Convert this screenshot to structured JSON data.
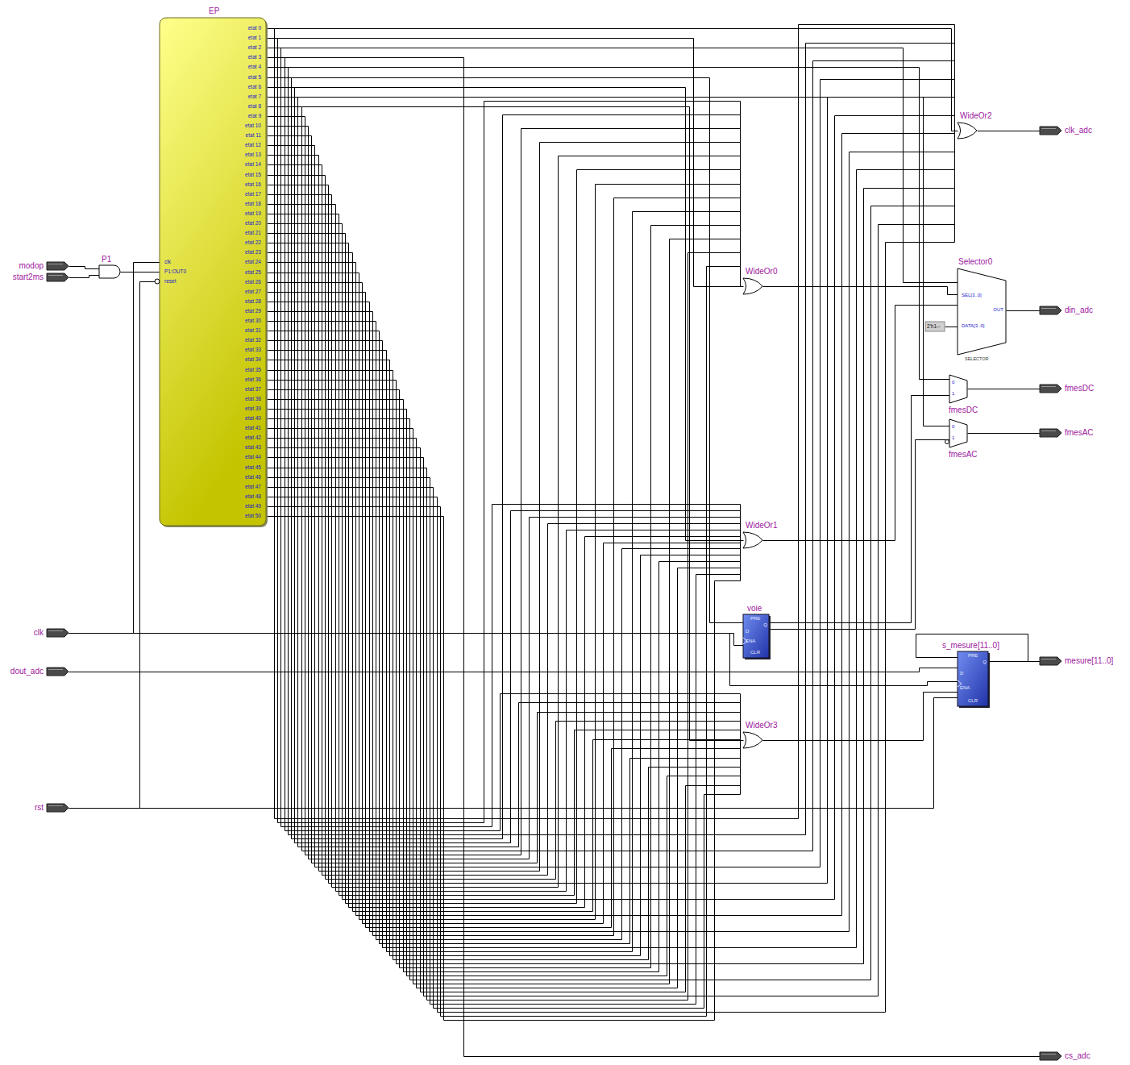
{
  "diagram": {
    "nodes": [
      {
        "text": [
          "EP",
          "etat 0",
          "etat 1",
          "etat 2",
          "etat 3",
          "etat 4",
          "etat 5",
          "etat 6",
          "etat 7",
          "etat 8",
          "etat 9",
          "etat 10",
          "etat 11",
          "etat 12",
          "etat 13",
          "etat 14",
          "etat 15",
          "etat 16",
          "etat 17",
          "etat 18",
          "etat 19",
          "etat 20",
          "etat 21",
          "etat 22",
          "etat 23",
          "etat 24",
          "etat 25",
          "etat 26",
          "etat 27",
          "etat 28",
          "etat 29",
          "etat 30",
          "etat 31",
          "etat 32",
          "etat 33",
          "etat 34",
          "etat 35",
          "etat 36",
          "etat 37",
          "etat 38",
          "etat 39",
          "etat 40",
          "etat 41",
          "etat 42",
          "etat 43",
          "etat 44",
          "etat 45",
          "etat 46",
          "etat 47",
          "etat 48",
          "etat 49",
          "etat 50",
          "clk",
          "P1:OUT0",
          "reset"
        ]
      },
      {
        "text": [
          "P1"
        ]
      },
      {
        "text": [
          "modop"
        ]
      },
      {
        "text": [
          "start2ms"
        ]
      },
      {
        "text": [
          "clk"
        ]
      },
      {
        "text": [
          "dout_adc"
        ]
      },
      {
        "text": [
          "rst"
        ]
      },
      {
        "text": [
          "WideOr2"
        ]
      },
      {
        "text": [
          "WideOr0"
        ]
      },
      {
        "text": [
          "WideOr1"
        ]
      },
      {
        "text": [
          "voie",
          "PRE",
          "Q",
          "D",
          "ENA",
          "CLR"
        ]
      },
      {
        "text": [
          "WideOr3"
        ]
      },
      {
        "text": [
          "Selector0",
          "SEL[3..0]",
          "DATA[3..0]",
          "OUT",
          "SELECTOR"
        ]
      },
      {
        "text": [
          "2'h1--"
        ]
      },
      {
        "text": [
          "0",
          "1",
          "fmesDC"
        ]
      },
      {
        "text": [
          "0",
          "1",
          "fmesAC"
        ]
      },
      {
        "text": [
          "s_mesure[11..0]",
          "PRE",
          "Q",
          "D",
          "ENA",
          "CLR"
        ]
      },
      {
        "text": [
          "clk_adc"
        ]
      },
      {
        "text": [
          "din_adc"
        ]
      },
      {
        "text": [
          "fmesDC"
        ]
      },
      {
        "text": [
          "fmesAC"
        ]
      },
      {
        "text": [
          "mesure[11..0]"
        ]
      },
      {
        "text": [
          "cs_adc"
        ]
      }
    ],
    "edges": [
      {
        "from": 2,
        "to": 1,
        "arrow": "none"
      },
      {
        "from": 3,
        "to": 1,
        "arrow": "none"
      },
      {
        "from": 1,
        "to": 0,
        "arrow": "none"
      },
      {
        "from": 4,
        "to": 0,
        "arrow": "none"
      },
      {
        "from": 6,
        "to": 0,
        "arrow": "none"
      },
      {
        "from": 4,
        "to": 10,
        "arrow": "none"
      },
      {
        "from": 4,
        "to": 16,
        "arrow": "none"
      },
      {
        "from": 5,
        "to": 16,
        "arrow": "none"
      },
      {
        "from": 6,
        "to": 16,
        "arrow": "none"
      },
      {
        "from": 11,
        "to": 16,
        "arrow": "none"
      },
      {
        "from": 16,
        "to": 21,
        "arrow": "none"
      },
      {
        "from": 0,
        "to": 7,
        "arrow": "none"
      },
      {
        "from": 0,
        "to": 8,
        "arrow": "none"
      },
      {
        "from": 0,
        "to": 9,
        "arrow": "none"
      },
      {
        "from": 0,
        "to": 11,
        "arrow": "none"
      },
      {
        "from": 0,
        "to": 10,
        "arrow": "none"
      },
      {
        "from": 0,
        "to": 22,
        "arrow": "none"
      },
      {
        "from": 8,
        "to": 12,
        "arrow": "none"
      },
      {
        "from": 9,
        "to": 12,
        "arrow": "none"
      },
      {
        "from": 13,
        "to": 12,
        "arrow": "none"
      },
      {
        "from": 7,
        "to": 17,
        "arrow": "none"
      },
      {
        "from": 12,
        "to": 18,
        "arrow": "none"
      },
      {
        "from": 14,
        "to": 19,
        "arrow": "none"
      },
      {
        "from": 15,
        "to": 20,
        "arrow": "none"
      },
      {
        "from": 10,
        "to": 14,
        "arrow": "none"
      },
      {
        "from": 10,
        "to": 15,
        "arrow": "none"
      },
      {
        "from": 0,
        "to": 12,
        "arrow": "none"
      },
      {
        "from": 0,
        "to": 14,
        "arrow": "none"
      },
      {
        "from": 0,
        "to": 15,
        "arrow": "none"
      }
    ]
  }
}
